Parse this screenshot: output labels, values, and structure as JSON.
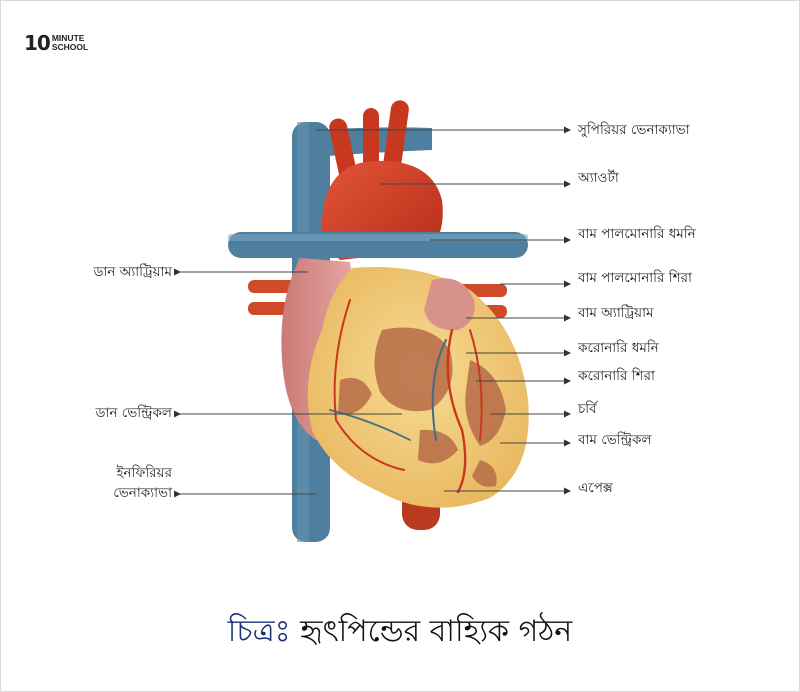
{
  "logo": {
    "number": "10",
    "line1": "MINUTE",
    "line2": "SCHOOL"
  },
  "labels": {
    "superior_vena_cava": "সুপিরিয়র ভেনাক্যাভা",
    "aorta": "অ্যাওর্টা",
    "left_pulmonary_artery": "বাম পালমোনারি ধমনি",
    "left_pulmonary_vein": "বাম পালমোনারি শিরা",
    "left_atrium": "বাম অ্যাট্রিয়াম",
    "coronary_artery": "করোনারি ধমনি",
    "coronary_vein": "করোনারি শিরা",
    "fat": "চর্বি",
    "left_ventricle": "বাম ভেন্ট্রিকল",
    "apex": "এপেক্স",
    "right_atrium": "ডান অ্যাট্রিয়াম",
    "right_ventricle": "ডান ভেন্ট্রিকল",
    "inferior_vena_cava_line1": "ইনফিরিয়র",
    "inferior_vena_cava_line2": "ভেনাক্যাভা"
  },
  "caption": {
    "lead": "চিত্রঃ",
    "rest": "হৃৎপিন্ডের বাহ্যিক গঠন"
  },
  "colors": {
    "caption_accent": "#1e2f7a",
    "vein_blue": "#4d7a9c",
    "artery_red": "#c8381e",
    "fat_yellow": "#f3d27a",
    "muscle_brown": "#b06a4a",
    "atrium_pink": "#d98f8a"
  }
}
